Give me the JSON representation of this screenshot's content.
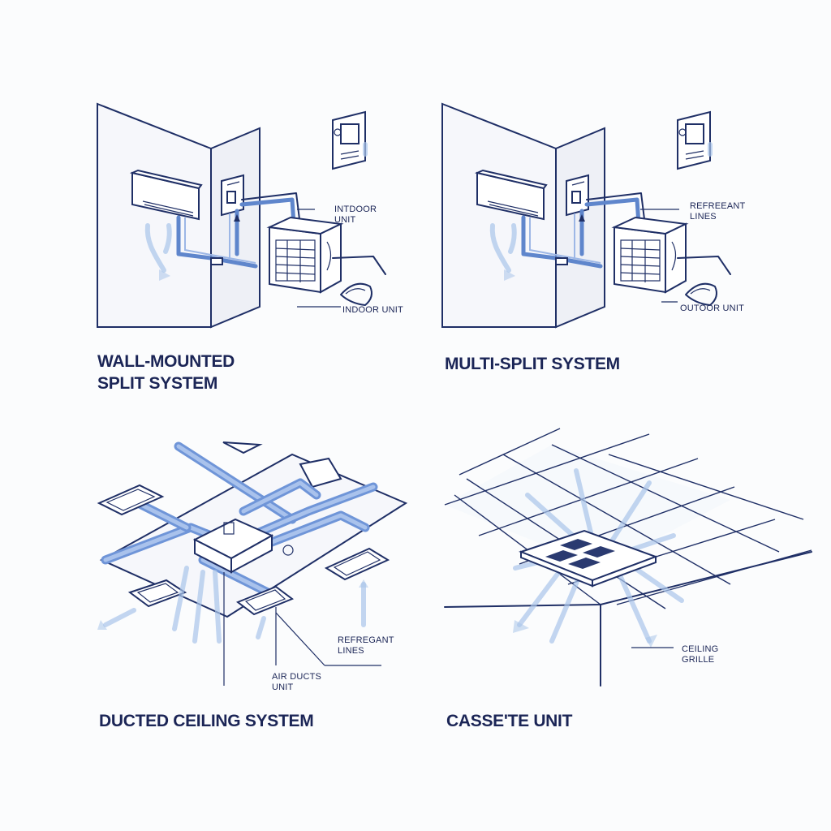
{
  "panels": [
    {
      "title": "WALL-MOUNTED\nSPLIT SYSTEM",
      "labels": [
        "INTDOOR\nUNIT",
        "INDOOR UNIT"
      ]
    },
    {
      "title": "MULTI-SPLIT SYSTEM",
      "labels": [
        "REFREEANT\nLINES",
        "OUTOOR UNIT"
      ]
    },
    {
      "title": "DUCTED CEILING SYSTEM",
      "labels": [
        "REFREGANT\nLINES",
        "AIR DUCTS\nUNIT"
      ]
    },
    {
      "title": "CASSE'TE UNIT",
      "labels": [
        "CEILING\nGRILLE"
      ]
    }
  ],
  "colors": {
    "ink": "#1f2f66",
    "pipe": "#5f86cc",
    "air": "#a9c5ea"
  }
}
